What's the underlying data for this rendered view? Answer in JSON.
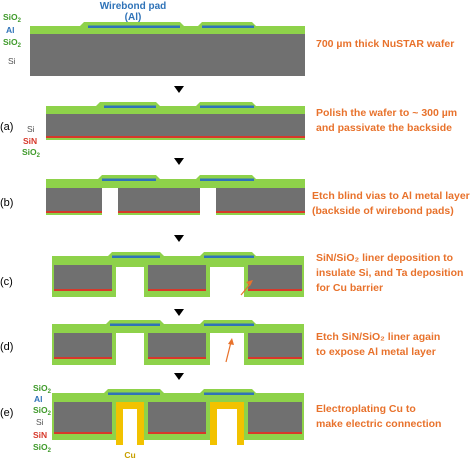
{
  "header": {
    "wirebond_line1": "Wirebond pad",
    "wirebond_line2": "(Al)"
  },
  "layer_labels": {
    "sio2": "SiO",
    "sio2_sub": "2",
    "al": "Al",
    "si": "Si",
    "sin": "SiN",
    "cu": "Cu"
  },
  "colors": {
    "si": "#707070",
    "sio2": "#8ed24a",
    "al": "#2f73b8",
    "sin": "#d7382a",
    "cu": "#f2c200",
    "description": "#e8722c",
    "label_green": "#3f9a2a",
    "label_blue": "#2f73b8",
    "label_red": "#d7382a",
    "label_gray": "#555555",
    "wirebond_title": "#2f73b8"
  },
  "steps": [
    {
      "tag": "",
      "line1": "700 µm thick NuSTAR wafer",
      "line2": "",
      "line3": ""
    },
    {
      "tag": "(a)",
      "line1": "Polish the wafer to ~ 300 µm",
      "line2": "and passivate the backside",
      "line3": ""
    },
    {
      "tag": "(b)",
      "line1": "Etch blind vias to Al metal layer",
      "line2": "(backside of wirebond pads)",
      "line3": ""
    },
    {
      "tag": "(c)",
      "line1": "SiN/SiO₂ liner deposition to",
      "line2": "insulate Si, and Ta deposition",
      "line3": "for Cu barrier"
    },
    {
      "tag": "(d)",
      "line1": "Etch SiN/SiO₂ liner again",
      "line2": "to expose Al metal layer",
      "line3": ""
    },
    {
      "tag": "(e)",
      "line1": "Electroplating Cu to",
      "line2": "make electric connection",
      "line3": ""
    }
  ]
}
